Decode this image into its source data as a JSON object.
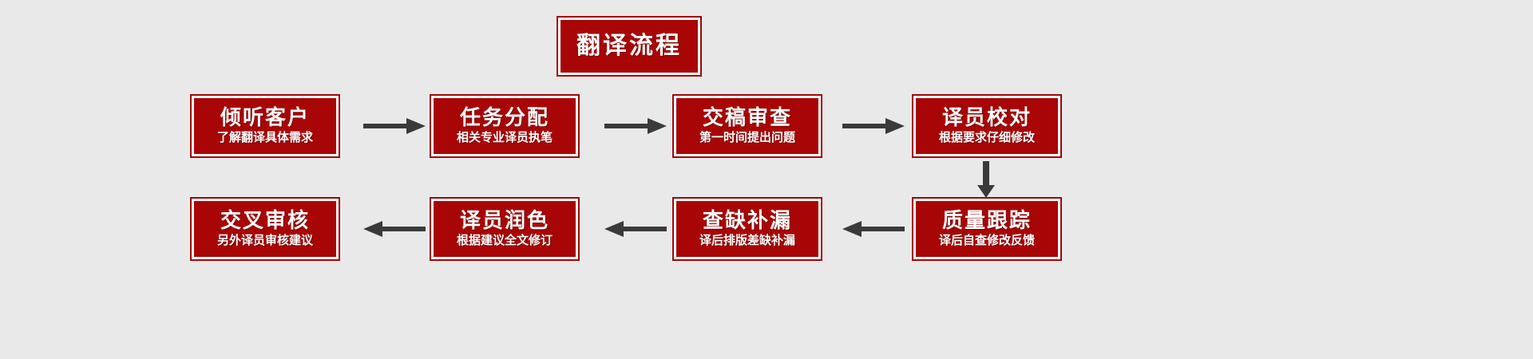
{
  "diagram": {
    "title": {
      "label": "翻译流程"
    },
    "background_color": "#e9e9e9",
    "box_fill_color": "#a80606",
    "box_border_color": "#a00505",
    "box_inner_border_color": "#ffffff",
    "text_color": "#ffffff",
    "arrow_color": "#3a3a3a",
    "steps": [
      {
        "id": "step-1",
        "title": "倾听客户",
        "subtitle": "了解翻译具体需求"
      },
      {
        "id": "step-2",
        "title": "任务分配",
        "subtitle": "相关专业译员执笔"
      },
      {
        "id": "step-3",
        "title": "交稿审查",
        "subtitle": "第一时间提出问题"
      },
      {
        "id": "step-4",
        "title": "译员校对",
        "subtitle": "根据要求仔细修改"
      },
      {
        "id": "step-5",
        "title": "质量跟踪",
        "subtitle": "译后自查修改反馈"
      },
      {
        "id": "step-6",
        "title": "查缺补漏",
        "subtitle": "译后排版差缺补漏"
      },
      {
        "id": "step-7",
        "title": "译员润色",
        "subtitle": "根据建议全文修订"
      },
      {
        "id": "step-8",
        "title": "交叉审核",
        "subtitle": "另外译员审核建议"
      }
    ],
    "connectors": [
      {
        "id": "arrow-1-2",
        "direction": "right"
      },
      {
        "id": "arrow-2-3",
        "direction": "right"
      },
      {
        "id": "arrow-3-4",
        "direction": "right"
      },
      {
        "id": "arrow-4-5",
        "direction": "down"
      },
      {
        "id": "arrow-5-6",
        "direction": "left"
      },
      {
        "id": "arrow-6-7",
        "direction": "left"
      },
      {
        "id": "arrow-7-8",
        "direction": "left"
      }
    ]
  }
}
